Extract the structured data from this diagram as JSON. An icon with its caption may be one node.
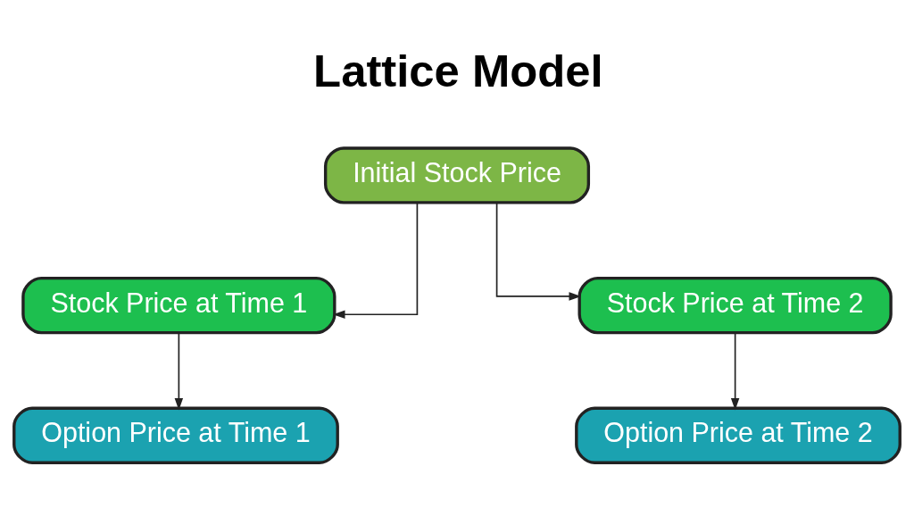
{
  "diagram": {
    "title": "Lattice Model",
    "nodes": [
      {
        "text": [
          "Initial Stock Price"
        ]
      },
      {
        "text": [
          "Stock Price at Time 1"
        ]
      },
      {
        "text": [
          "Stock Price at Time 2"
        ]
      },
      {
        "text": [
          "Option Price at Time 1"
        ]
      },
      {
        "text": [
          "Option Price at Time 2"
        ]
      }
    ],
    "edges": [
      {
        "from": 0,
        "to": 1,
        "arrow": "to"
      },
      {
        "from": 0,
        "to": 2,
        "arrow": "to"
      },
      {
        "from": 1,
        "to": 3,
        "arrow": "to"
      },
      {
        "from": 2,
        "to": 4,
        "arrow": "to"
      }
    ]
  }
}
